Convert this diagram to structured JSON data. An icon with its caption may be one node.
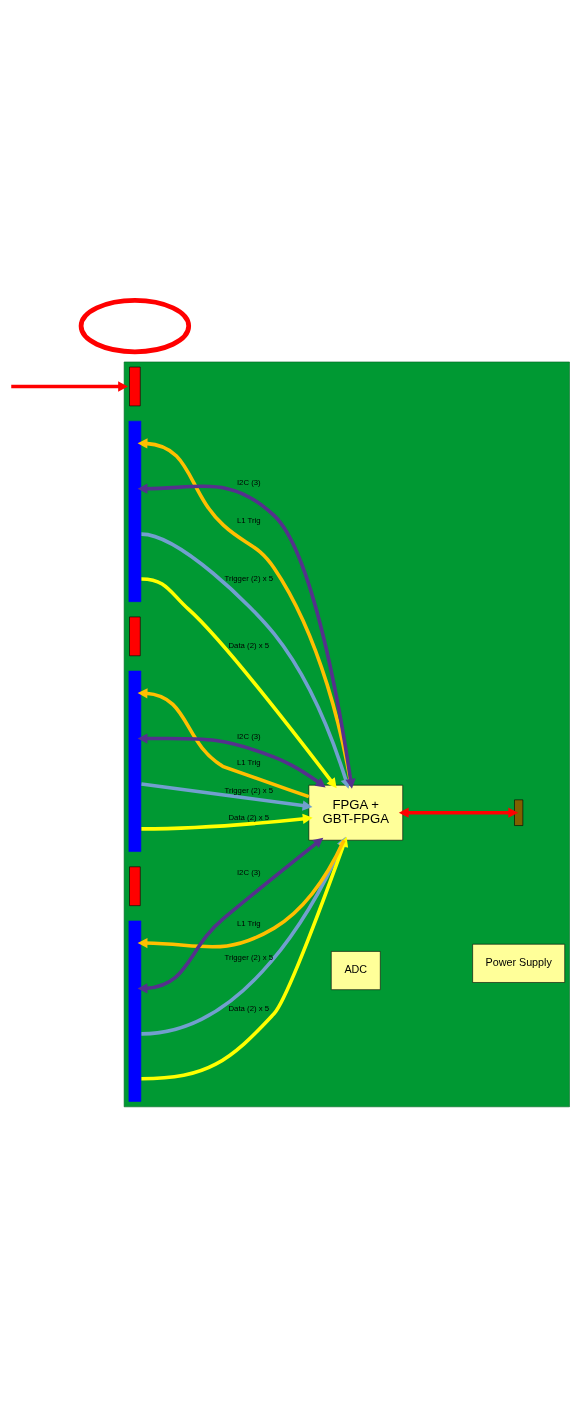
{
  "diagram": {
    "nodes": [
      {
        "text": [],
        "shape": "box"
      },
      {
        "text": [],
        "shape": "bar",
        "in": 0
      },
      {
        "text": [],
        "shape": "bar",
        "in": 0
      },
      {
        "text": [],
        "shape": "bar",
        "in": 0
      },
      {
        "text": [],
        "shape": "bar",
        "in": 0
      },
      {
        "text": [],
        "shape": "bar",
        "in": 0
      },
      {
        "text": [],
        "shape": "bar",
        "in": 0
      },
      {
        "text": [
          "Power Supply"
        ],
        "in": 0
      },
      {
        "text": [
          "ADC"
        ],
        "in": 0
      },
      {
        "text": [
          "FPGA +",
          "GBT-FPGA"
        ],
        "in": 0
      },
      {
        "text": [],
        "shape": "ellipse"
      },
      {
        "text": [],
        "shape": "box",
        "in": 0
      }
    ],
    "edges": [
      {
        "from": null,
        "to": 0,
        "arrow": "to",
        "color": "#ff0000"
      },
      {
        "from": 9,
        "to": 2,
        "arrow": "to",
        "label": "L1 Trig",
        "color": "#ffbf00"
      },
      {
        "from": 9,
        "to": 2,
        "arrow": "both",
        "label": "I2C (3)",
        "color": "#55308d"
      },
      {
        "from": 2,
        "to": 9,
        "arrow": "to",
        "label": "Trigger (2) x 5",
        "color": "#729fcf"
      },
      {
        "from": 2,
        "to": 9,
        "arrow": "to",
        "label": "Data (2) x 5",
        "color": "#ffff00"
      },
      {
        "from": 9,
        "to": 4,
        "arrow": "to",
        "label": "L1 Trig",
        "color": "#ffbf00"
      },
      {
        "from": 9,
        "to": 4,
        "arrow": "both",
        "label": "I2C (3)",
        "color": "#55308d"
      },
      {
        "from": 4,
        "to": 9,
        "arrow": "to",
        "label": "Trigger (2) x 5",
        "color": "#729fcf"
      },
      {
        "from": 4,
        "to": 9,
        "arrow": "to",
        "label": "Data (2) x 5",
        "color": "#ffff00"
      },
      {
        "from": 9,
        "to": 6,
        "arrow": "to",
        "label": "L1 Trig",
        "color": "#ffbf00"
      },
      {
        "from": 9,
        "to": 6,
        "arrow": "both",
        "label": "I2C (3)",
        "color": "#55308d"
      },
      {
        "from": 6,
        "to": 9,
        "arrow": "to",
        "label": "Trigger (2) x 5",
        "color": "#729fcf"
      },
      {
        "from": 6,
        "to": 9,
        "arrow": "to",
        "label": "Data (2) x 5",
        "color": "#ffff00"
      },
      {
        "from": 9,
        "to": 11,
        "arrow": "both",
        "color": "#ff0000"
      }
    ]
  }
}
